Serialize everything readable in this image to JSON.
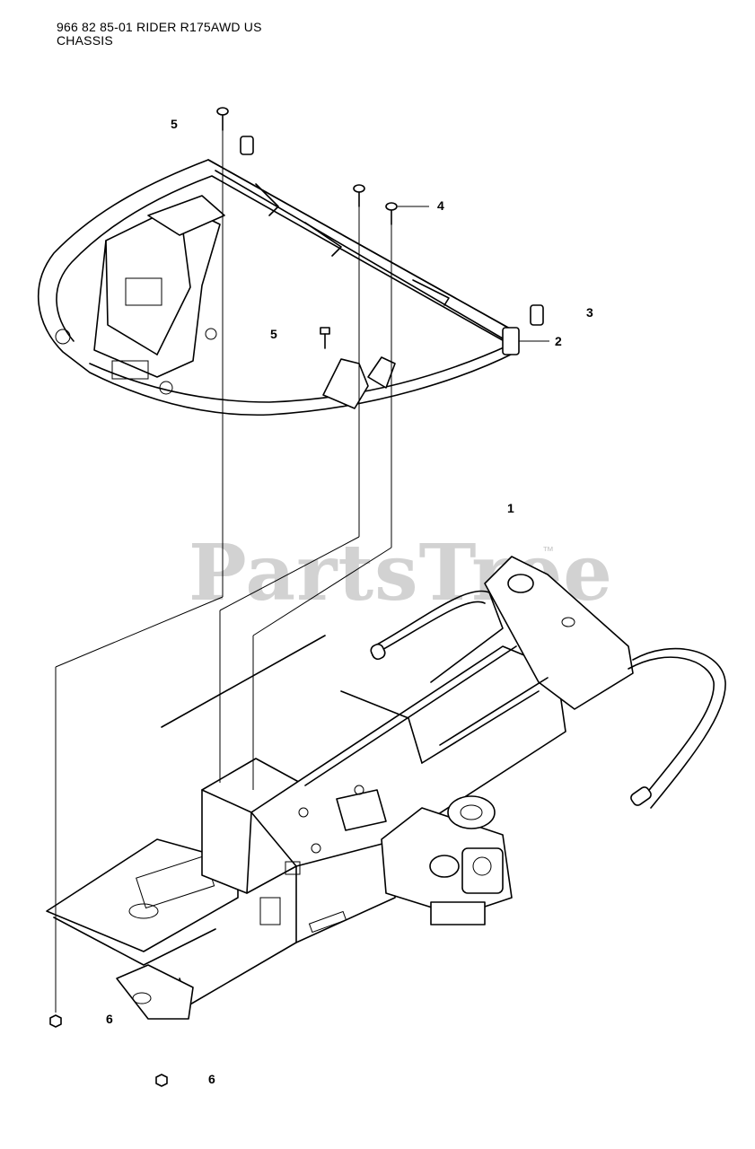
{
  "header": {
    "line1": "966 82 85-01 RIDER R175AWD US",
    "line2": "CHASSIS"
  },
  "watermark": {
    "text": "PartsTree",
    "trademark": "™"
  },
  "callouts": {
    "c1": "1",
    "c2": "2",
    "c3": "3",
    "c4": "4",
    "c5_top": "5",
    "c5_mid": "5",
    "c6_lower": "6",
    "c6_bottom": "6"
  }
}
